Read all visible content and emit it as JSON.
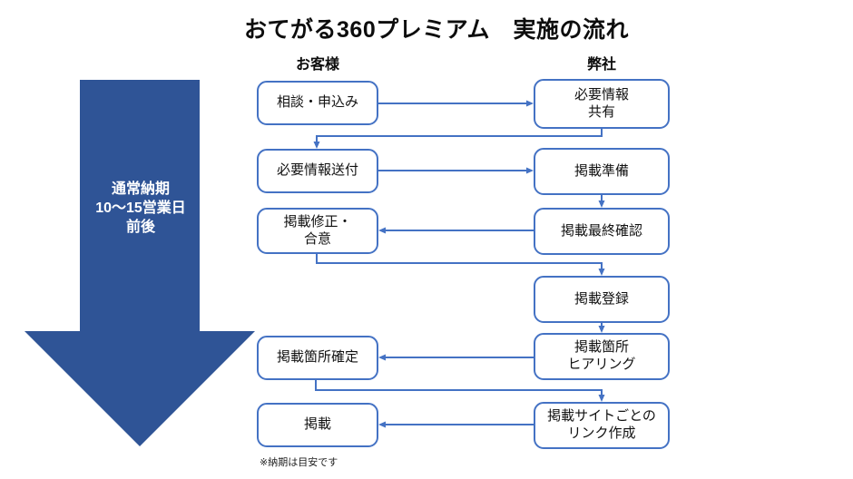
{
  "title": "おてがる360プレミアム　実施の流れ",
  "columns": {
    "customer": "お客様",
    "company": "弊社"
  },
  "timeline": {
    "line1": "通常納期",
    "line2": "10～15営業日",
    "line3": "前後"
  },
  "boxes": {
    "consult": "相談・申込み",
    "share": "必要情報\n共有",
    "send": "必要情報送付",
    "prepare": "掲載準備",
    "revise": "掲載修正・\n合意",
    "final": "掲載最終確認",
    "register": "掲載登録",
    "hearing": "掲載箇所\nヒアリング",
    "confirm": "掲載箇所確定",
    "links": "掲載サイトごとの\nリンク作成",
    "publish": "掲載"
  },
  "flow_sequence": [
    {
      "from": "相談・申込み",
      "to": "必要情報共有"
    },
    {
      "from": "必要情報共有",
      "to": "必要情報送付"
    },
    {
      "from": "必要情報送付",
      "to": "掲載準備"
    },
    {
      "from": "掲載準備",
      "to": "掲載最終確認"
    },
    {
      "from": "掲載最終確認",
      "to": "掲載修正・合意"
    },
    {
      "from": "掲載修正・合意",
      "to": "掲載登録"
    },
    {
      "from": "掲載登録",
      "to": "掲載箇所ヒアリング"
    },
    {
      "from": "掲載箇所ヒアリング",
      "to": "掲載箇所確定"
    },
    {
      "from": "掲載箇所確定",
      "to": "掲載サイトごとのリンク作成"
    },
    {
      "from": "掲載サイトごとのリンク作成",
      "to": "掲載"
    }
  ],
  "footnote": "※納期は目安です",
  "colors": {
    "big_arrow_fill": "#2F5496",
    "box_border": "#4472C4",
    "connector": "#4472C4",
    "box_fill": "#FFFFFF",
    "text": "#111111",
    "timeline_text": "#FFFFFF"
  }
}
